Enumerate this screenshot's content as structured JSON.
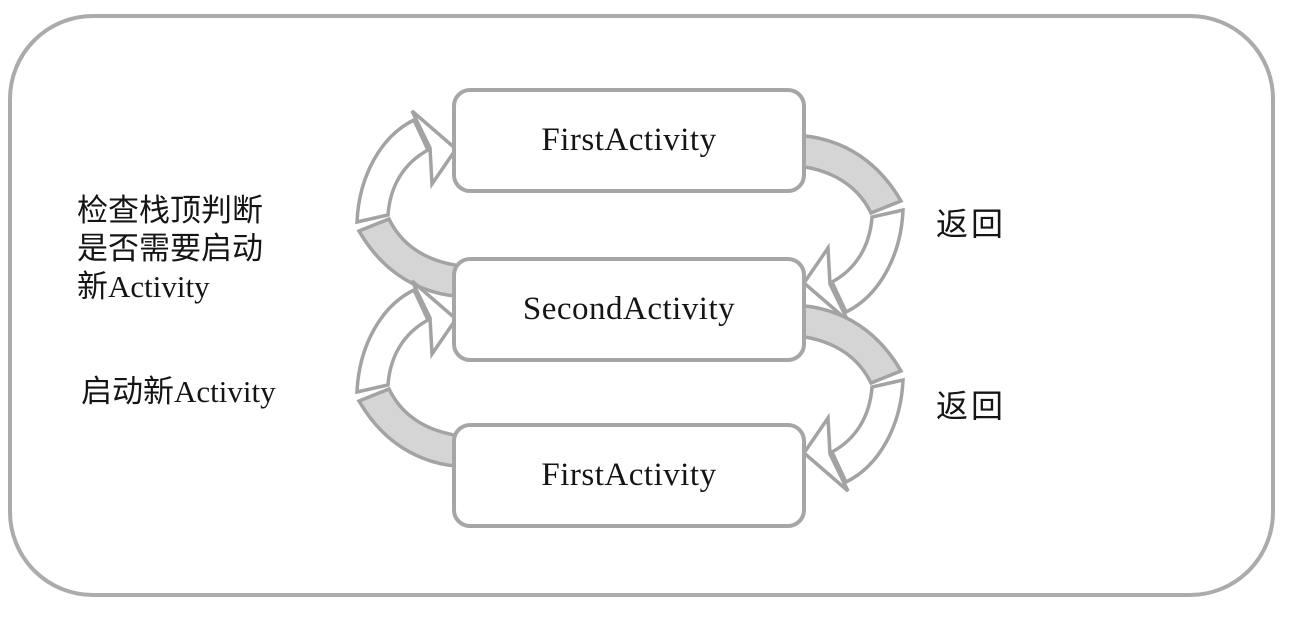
{
  "diagram": {
    "boxes": [
      {
        "label": "FirstActivity"
      },
      {
        "label": "SecondActivity"
      },
      {
        "label": "FirstActivity"
      }
    ],
    "labels": {
      "stack_check_line1": "检查栈顶判断",
      "stack_check_line2": "是否需要启动",
      "stack_check_line3": "新Activity",
      "launch_new": "启动新Activity",
      "back_top": "返回",
      "back_bottom": "返回"
    },
    "colors": {
      "outline_gray": "#a6a6a6",
      "frame_gray": "#ababab",
      "arrow_shade_gray": "#d5d5d5",
      "arrow_fill_white": "#ffffff",
      "text_black": "#151515",
      "background": "#ffffff"
    }
  }
}
